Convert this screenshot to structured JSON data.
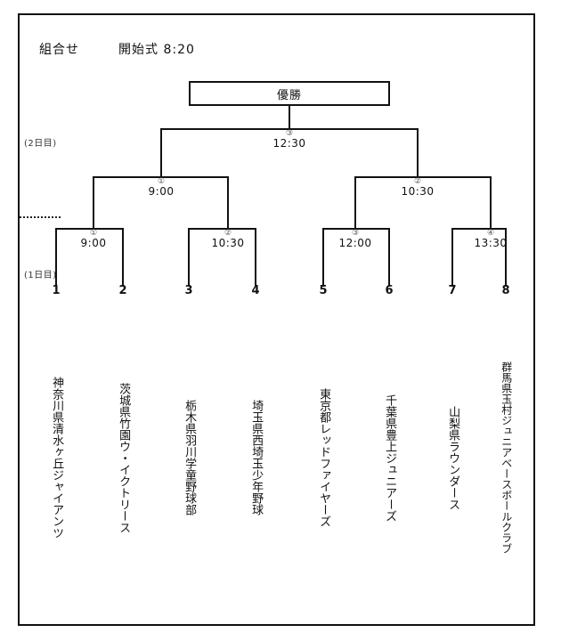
{
  "header": {
    "title": "組合せ",
    "ceremony": "開始式 8:20"
  },
  "day_labels": {
    "day2": "(2日目)",
    "day1": "(1日目)"
  },
  "champion": {
    "label": "優勝"
  },
  "bracket": {
    "final": {
      "number": "③",
      "time": "12:30"
    },
    "semifinals": [
      {
        "number": "①",
        "time": "9:00"
      },
      {
        "number": "②",
        "time": "10:30"
      }
    ],
    "quarterfinals": [
      {
        "number": "①",
        "time": "9:00"
      },
      {
        "number": "②",
        "time": "10:30"
      },
      {
        "number": "③",
        "time": "12:00"
      },
      {
        "number": "④",
        "time": "13:30"
      }
    ]
  },
  "teams": [
    {
      "seed": "1",
      "name": "神奈川県清水ヶ丘ジャイアンツ"
    },
    {
      "seed": "2",
      "name": "茨城県竹園ウ・イクトリース"
    },
    {
      "seed": "3",
      "name": "栃木県羽川学童野球部"
    },
    {
      "seed": "4",
      "name": "埼玉県西埼玉少年野球"
    },
    {
      "seed": "5",
      "name": "東京都レッドファイヤーズ"
    },
    {
      "seed": "6",
      "name": "千葉県豊上ジュニアーズ"
    },
    {
      "seed": "7",
      "name": "山梨県ラウンダース"
    },
    {
      "seed": "8",
      "name": "群馬県玉村ジュニアベースボールクラブ"
    }
  ],
  "colors": {
    "line": "#111111",
    "background": "#ffffff"
  }
}
